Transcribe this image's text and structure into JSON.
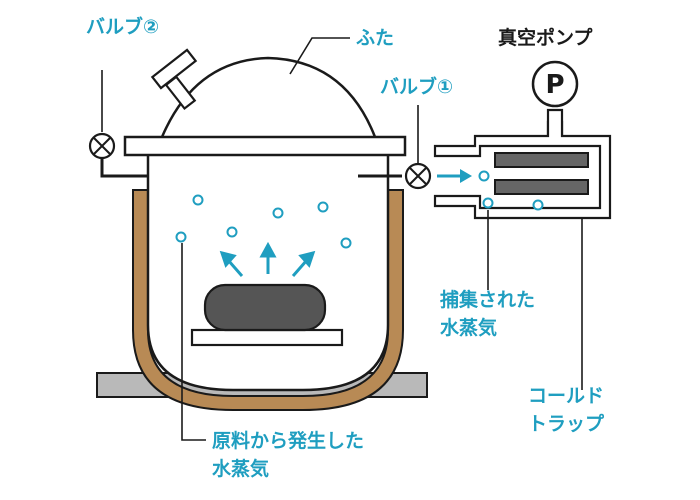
{
  "labels": {
    "valve2": "バルブ②",
    "lid": "ふた",
    "vacuum_pump": "真空ポンプ",
    "pump_symbol": "P",
    "valve1": "バルブ①",
    "captured_vapor_line1": "捕集された",
    "captured_vapor_line2": "水蒸気",
    "cold_trap_line1": "コールド",
    "cold_trap_line2": "トラップ",
    "source_vapor_line1": "原料から発生した",
    "source_vapor_line2": "水蒸気"
  },
  "colors": {
    "label_accent": "#1f9ec0",
    "outline": "#1a1a1a",
    "heater_jacket": "#b88a55",
    "floor": "#b9b9b9",
    "raw_material": "#555555"
  },
  "icons": [
    "valve-icon",
    "pump-icon",
    "arrow-icon"
  ]
}
